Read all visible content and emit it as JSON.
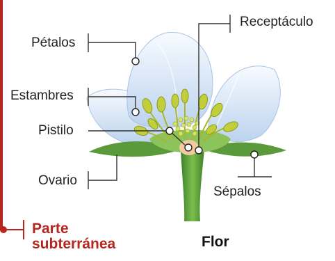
{
  "labels": {
    "petalos": "Pétalos",
    "estambres": "Estambres",
    "pistilo": "Pistilo",
    "ovario": "Ovario",
    "receptaculo": "Receptáculo",
    "sepalos": "Sépalos"
  },
  "caption": "Flor",
  "section_title": "Parte subterránea",
  "colors": {
    "accent": "#b5261e",
    "petal": "#e4eef9",
    "stem": "#5a9a3a",
    "stamen": "#c2cf3a",
    "leader": "#333333"
  }
}
